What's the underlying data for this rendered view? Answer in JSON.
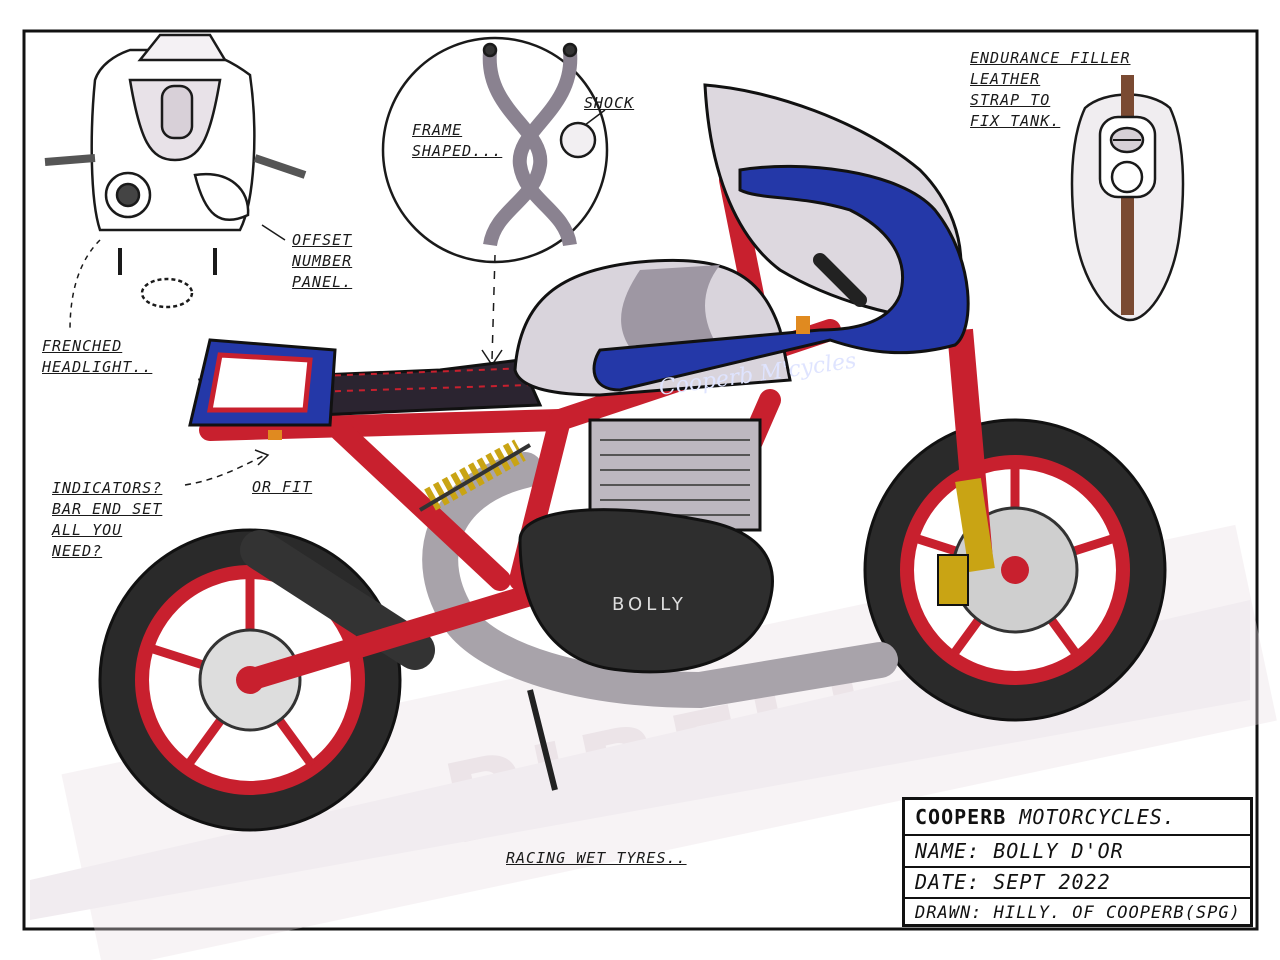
{
  "watermark": {
    "text": "PIRELLI"
  },
  "notes": {
    "frenched_headlight": "FRENCHED\nHEADLIGHT..",
    "offset_number_panel": "OFFSET\nNUMBER\nPANEL.",
    "frame_shaped": "FRAME\nSHAPED...",
    "shock": "SHOCK",
    "endurance_filler": "ENDURANCE FILLER\nLEATHER\nSTRAP TO\nFIX TANK.",
    "indicators": "INDICATORS?\nBAR END SET\nALL YOU\nNEED?",
    "or_fit": "OR FIT",
    "racing_wet_tyres": "RACING WET TYRES.."
  },
  "bike": {
    "fairing_text": "Cooperb M'cycles",
    "engine_text": "BOLLY"
  },
  "title_block": {
    "company_bold": "COOPERB",
    "company_rest": "MOTORCYCLES.",
    "name": "NAME:  BOLLY D'OR",
    "date": "DATE:  SEPT 2022",
    "drawn": "DRAWN: HILLY. OF COOPERB(SPG)"
  },
  "colors": {
    "frame_red": "#c8202e",
    "fairing_blue": "#2438a8",
    "tank_silver": "#d9d4dc",
    "fork_gold": "#c9a414",
    "tyre_black": "#222222"
  }
}
